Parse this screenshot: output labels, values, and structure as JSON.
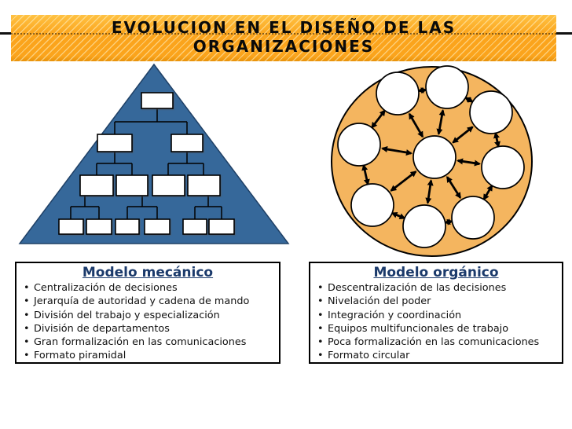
{
  "banner": {
    "title_line1": "EVOLUCION EN EL DISEÑO DE LAS",
    "title_line2": "ORGANIZACIONES"
  },
  "colors": {
    "banner_orange": "#FBA41C",
    "banner_orange_light": "#FFC243",
    "banner_orange_dark": "#E8920A",
    "banner_stripe": "rgba(255,241,196,0.55)",
    "heading_blue": "#1B3A6B",
    "pyramid_blue": "#36689A",
    "pyramid_edge": "#1F4066",
    "circle_orange": "#F4B55F",
    "node_white": "#FFFFFF",
    "line_black": "#000000"
  },
  "mechanical": {
    "title": "Modelo mecánico",
    "bullet_char": "•",
    "bullets": [
      "Centralización de decisiones",
      "Jerarquía de autoridad y cadena de mando",
      "División del trabajo y especialización",
      "División de departamentos",
      "Gran formalización en las comunicaciones",
      "Formato piramidal"
    ],
    "diagram": {
      "type": "org-chart-pyramid",
      "boxes_per_level": [
        1,
        2,
        4,
        6
      ]
    }
  },
  "organic": {
    "title": "Modelo orgánico",
    "bullet_char": "•",
    "bullets": [
      "Descentralización de las decisiones",
      "Nivelación del poder",
      "Integración y coordinación",
      "Equipos multifuncionales de trabajo",
      "Poca formalización en las comunicaciones",
      "Formato circular"
    ],
    "diagram": {
      "type": "hub-and-ring-network",
      "center_nodes": 1,
      "ring_nodes": 8
    }
  }
}
